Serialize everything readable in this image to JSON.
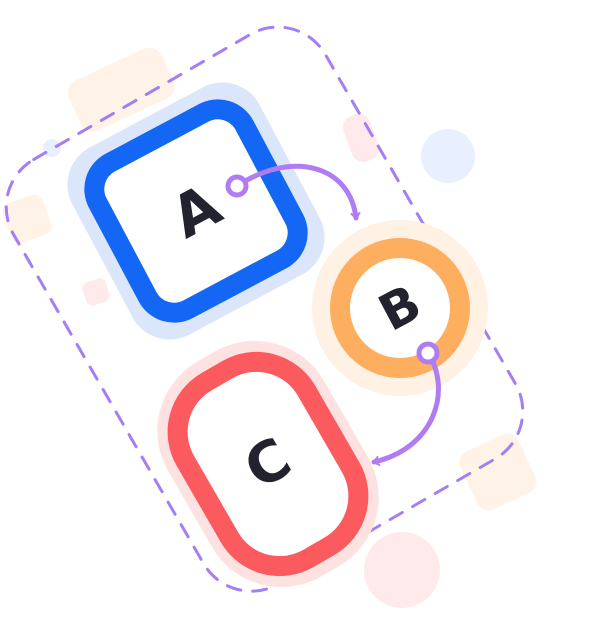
{
  "colors": {
    "frame_dash": "#a47ef5",
    "connector": "#b07cf4",
    "node_a": "#1466f5",
    "node_a_halo": "#dbe6fb",
    "node_b": "#feae5f",
    "node_b_halo": "#fff1e3",
    "node_c": "#fb5a5e",
    "node_c_halo": "#fee1e1",
    "label": "#22232e",
    "deco_peach": "#fff3e7",
    "deco_pink": "#feeaea",
    "deco_blue": "#e8efff"
  },
  "nodes": {
    "a": {
      "label": "A",
      "shape": "rounded-square"
    },
    "b": {
      "label": "B",
      "shape": "circle"
    },
    "c": {
      "label": "C",
      "shape": "rounded-rectangle"
    }
  },
  "edges": [
    {
      "from": "A",
      "to": "B"
    },
    {
      "from": "B",
      "to": "C"
    }
  ]
}
